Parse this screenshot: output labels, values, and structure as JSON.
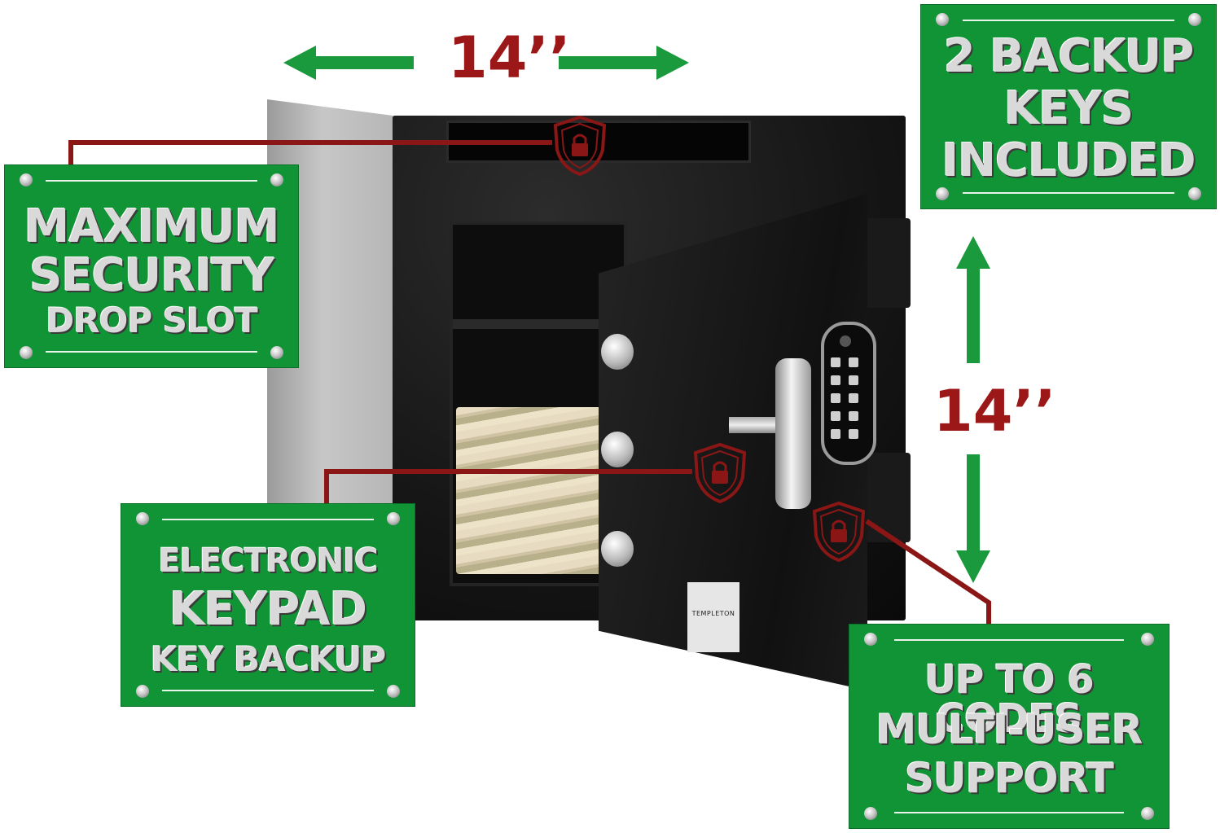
{
  "dimensions": {
    "width_label": "14’’",
    "height_label": "14’’"
  },
  "callouts": {
    "drop_slot": {
      "line1": "MAXIMUM",
      "line2": "SECURITY",
      "line3": "DROP SLOT"
    },
    "backup_keys": {
      "line1": "2 BACKUP",
      "line2": "KEYS",
      "line3": "INCLUDED"
    },
    "keypad": {
      "line1": "ELECTRONIC",
      "line2": "KEYPAD",
      "line3": "KEY BACKUP"
    },
    "codes": {
      "line1": "UP TO 6 CODES",
      "line2": "MULTI-USER",
      "line3": "SUPPORT"
    }
  },
  "brand_plate": {
    "text": "TEMPLETON"
  },
  "colors": {
    "plaque_green": "#119436",
    "accent_red": "#9c1818",
    "arrow_green": "#1a9a3c"
  },
  "icons": [
    "shield-lock-icon",
    "arrow-left-icon",
    "arrow-right-icon",
    "arrow-up-icon",
    "arrow-down-icon"
  ]
}
